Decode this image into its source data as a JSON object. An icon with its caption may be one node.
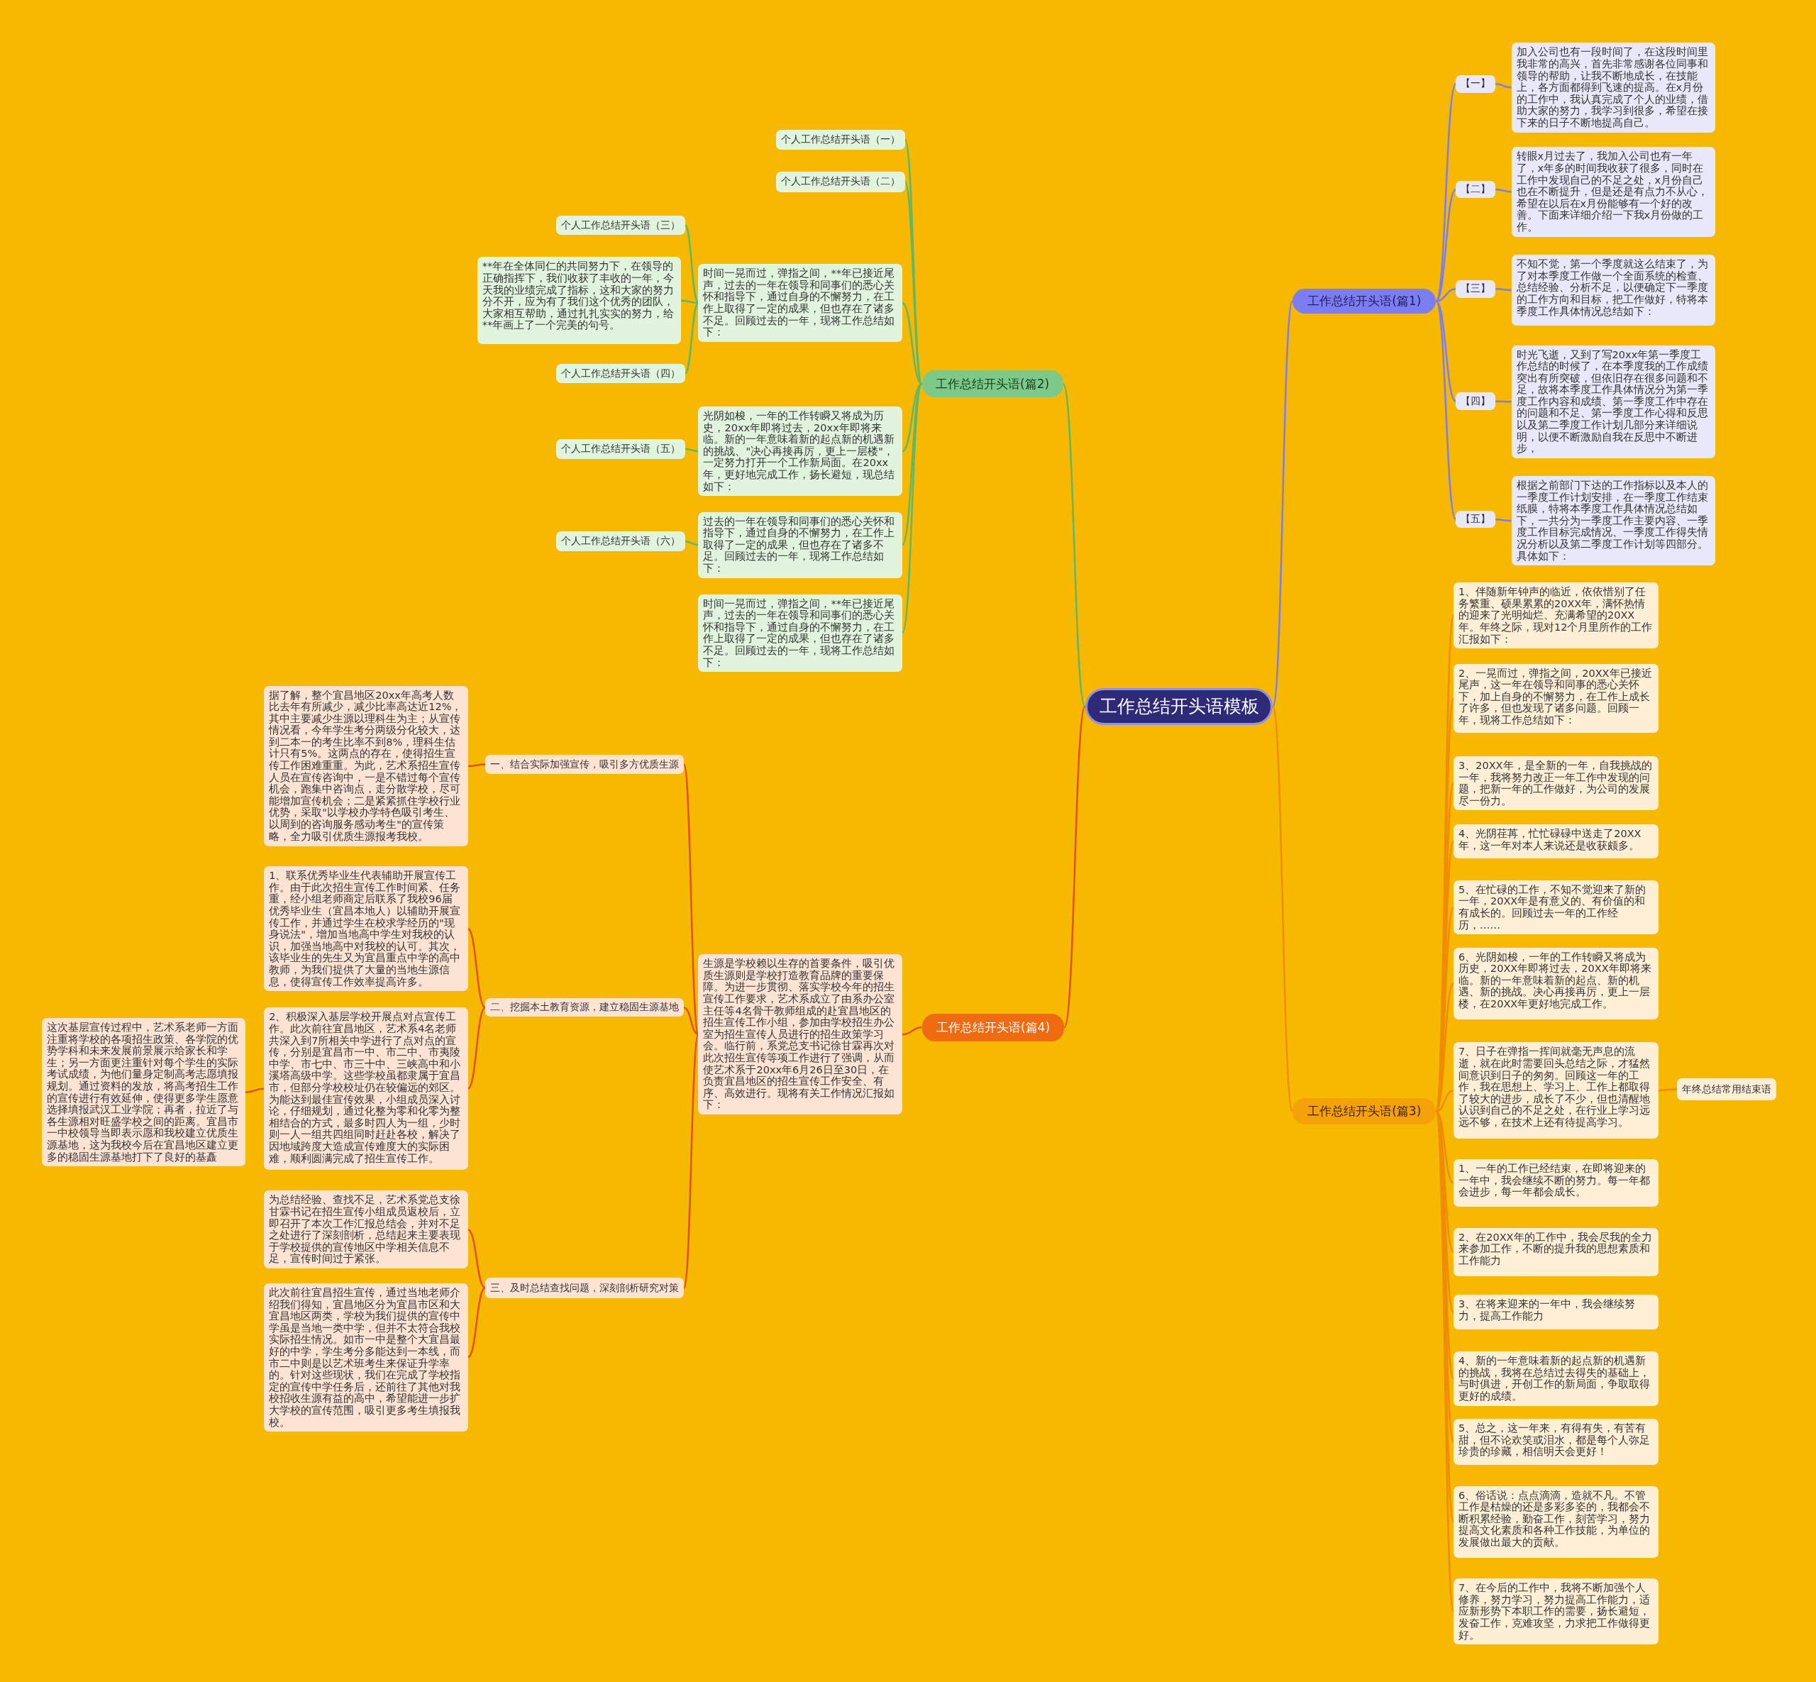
{
  "diagram": {
    "nodes": [
      {
        "text": [
          "工作总结开头语模板"
        ]
      },
      {
        "text": [
          "工作总结开头语(篇1)"
        ]
      },
      {
        "text": [
          "【一】"
        ]
      },
      {
        "text": [
          "加入公司也有一段时间了，在这段时间里我非常的高兴，首先非常感谢各位同事和领导的帮助，让我不断地成长，在技能上，各方面都得到飞速的提高。在x月份的工作中，我认真完成了个人的业绩，借助大家的努力，我学习到很多，希望在接下来的日子不断地提高自己。"
        ]
      },
      {
        "text": [
          "【二】"
        ]
      },
      {
        "text": [
          "转眼x月过去了，我加入公司也有一年了，x年多的时间我收获了很多，同时在工作中发现自己的不足之处，x月份自己也在不断提升，但是还是有点力不从心，希望在以后在x月份能够有一个好的改善。下面来详细介绍一下我x月份做的工作。"
        ]
      },
      {
        "text": [
          "【三】"
        ]
      },
      {
        "text": [
          "不知不觉，第一个季度就这么结束了，为了对本季度工作做一个全面系统的检查、总结经验、分析不足，以便确定下一季度的工作方向和目标，把工作做好，特将本季度工作具体情况总结如下："
        ]
      },
      {
        "text": [
          "【四】"
        ]
      },
      {
        "text": [
          "时光飞逝，又到了写20xx年第一季度工作总结的时候了，在本季度我的工作成绩突出有所突破，但依旧存在很多问题和不足，故将本季度工作具体情况分为第一季度工作内容和成绩、第一季度工作中存在的问题和不足、第一季度工作心得和反思以及第二季度工作计划几部分来详细说明，以便不断激励自我在反思中不断进步，"
        ]
      },
      {
        "text": [
          "【五】"
        ]
      },
      {
        "text": [
          "根据之前部门下达的工作指标以及本人的一季度工作计划安排，在一季度工作结束纸膜，特将本季度工作具体情况总结如下，一共分为一季度工作主要内容、一季度工作目标完成情况、一季度工作得失情况分析以及第二季度工作计划等四部分。具体如下："
        ]
      },
      {
        "text": [
          "工作总结开头语(篇2)"
        ]
      },
      {
        "text": [
          "个人工作总结开头语（一）"
        ]
      },
      {
        "text": [
          "个人工作总结开头语（二）"
        ]
      },
      {
        "text": [
          "时间一晃而过，弹指之间，**年已接近尾声，过去的一年在领导和同事们的悉心关怀和指导下，通过自身的不懈努力，在工作上取得了一定的成果，但也存在了诸多不足。回顾过去的一年，现将工作总结如下："
        ]
      },
      {
        "text": [
          "个人工作总结开头语（三）"
        ]
      },
      {
        "text": [
          "**年在全体同仁的共同努力下，在领导的正确指挥下，我们收获了丰收的一年，今天我的业绩完成了指标，这和大家的努力分不开，应为有了我们这个优秀的团队，大家相互帮助，通过扎扎实实的努力，给**年画上了一个完美的句号。"
        ]
      },
      {
        "text": [
          "个人工作总结开头语（四）"
        ]
      },
      {
        "text": [
          "光阴如梭，一年的工作转瞬又将成为历史，20xx年即将过去，20xx年即将来临。新的一年意味着新的起点新的机遇新的挑战、\"决心再接再厉，更上一层楼\"，一定努力打开一个工作新局面。在20xx年，更好地完成工作，扬长避短，现总结如下："
        ]
      },
      {
        "text": [
          "个人工作总结开头语（五）"
        ]
      },
      {
        "text": [
          "过去的一年在领导和同事们的悉心关怀和指导下，通过自身的不懈努力，在工作上取得了一定的成果，但也存在了诸多不足。回顾过去的一年，现将工作总结如下："
        ]
      },
      {
        "text": [
          "个人工作总结开头语（六）"
        ]
      },
      {
        "text": [
          "时间一晃而过，弹指之间，**年已接近尾声，过去的一年在领导和同事们的悉心关怀和指导下，通过自身的不懈努力，在工作上取得了一定的成果，但也存在了诸多不足。回顾过去的一年，现将工作总结如下："
        ]
      },
      {
        "text": [
          "工作总结开头语(篇3)"
        ]
      },
      {
        "text": [
          "1、伴随新年钟声的临近，依依惜别了任务繁重、硕果累累的20XX年，满怀热情的迎来了光明灿烂、充满希望的20XX年。年终之际，现对12个月里所作的工作汇报如下："
        ]
      },
      {
        "text": [
          "2、一晃而过，弹指之间，20XX年已接近尾声，这一年在领导和同事的悉心关怀下，加上自身的不懈努力，在工作上成长了许多，但也发现了诸多问题。回顾一年，现将工作总结如下："
        ]
      },
      {
        "text": [
          "3、20XX年，是全新的一年，自我挑战的一年，我将努力改正一年工作中发现的问题，把新一年的工作做好，为公司的发展尽一份力。"
        ]
      },
      {
        "text": [
          "4、光阴荏苒，忙忙碌碌中送走了20XX年，这一年对本人来说还是收获颇多。"
        ]
      },
      {
        "text": [
          "5、在忙碌的工作，不知不觉迎来了新的一年，20XX年是有意义的、有价值的和有成长的。回顾过去一年的工作经历，……"
        ]
      },
      {
        "text": [
          "6、光阴如梭，一年的工作转瞬又将成为历史，20XX年即将过去，20XX年即将来临。新的一年意味着新的起点、新的机遇、新的挑战。决心再接再厉，更上一层楼，在20XX年更好地完成工作。"
        ]
      },
      {
        "text": [
          "7、日子在弹指一挥间就毫无声息的流逝，就在此时需要回头总结之际，才猛然间意识到日子的匆匆。回顾这一年的工作，我在思想上、学习上、工作上都取得了较大的进步，成长了不少，但也清醒地认识到自己的不足之处，在行业上学习远远不够，在技术上还有待提高学习。"
        ]
      },
      {
        "text": [
          "年终总结常用结束语"
        ]
      },
      {
        "text": [
          "1、一年的工作已经结束，在即将迎来的一年中，我会继续不断的努力。每一年都会进步，每一年都会成长。"
        ]
      },
      {
        "text": [
          "2、在20XX年的工作中，我会尽我的全力来参加工作，不断的提升我的思想素质和工作能力"
        ]
      },
      {
        "text": [
          "3、在将来迎来的一年中，我会继续努力，提高工作能力"
        ]
      },
      {
        "text": [
          "4、新的一年意味着新的起点新的机遇新的挑战，我将在总结过去得失的基础上，与时俱进，开创工作的新局面，争取取得更好的成绩。"
        ]
      },
      {
        "text": [
          "5、总之，这一年来，有得有失，有苦有甜，但不论欢笑或泪水，都是每个人弥足珍贵的珍藏，相信明天会更好！"
        ]
      },
      {
        "text": [
          "6、俗话说：点点滴滴，造就不凡。不管工作是枯燥的还是多彩多姿的，我都会不断积累经验，勤奋工作，刻苦学习，努力提高文化素质和各种工作技能，为单位的发展做出最大的贡献。"
        ]
      },
      {
        "text": [
          "7、在今后的工作中，我将不断加强个人修养，努力学习，努力提高工作能力，适应新形势下本职工作的需要，扬长避短，发奋工作，克难攻坚，力求把工作做得更好。"
        ]
      },
      {
        "text": [
          "工作总结开头语(篇4)"
        ]
      },
      {
        "text": [
          "生源是学校赖以生存的首要条件，吸引优质生源则是学校打造教育品牌的重要保障。为进一步贯彻、落实学校今年的招生宣传工作要求，艺术系成立了由系办公室主任等4名骨干教师组成的赴宜昌地区的招生宣传工作小组，参加由学校招生办公室为招生宣传人员进行的招生政策学习会。临行前，系党总支书记徐甘霖再次对此次招生宣传等项工作进行了强调，从而使艺术系于20xx年6月26日至30日，在负责宜昌地区的招生宣传工作安全、有序、高效进行。现将有关工作情况汇报如下："
        ]
      },
      {
        "text": [
          "一、结合实际加强宣传，吸引多方优质生源"
        ]
      },
      {
        "text": [
          "据了解，整个宜昌地区20xx年高考人数比去年有所减少，减少比率高达近12%，其中主要减少生源以理科生为主；从宣传情况看，今年学生考分两级分化较大，达到二本一的考生比率不到8%，理科生估计只有5%。这两点的存在，使得招生宣传工作困难重重。为此，艺术系招生宣传人员在宣传咨询中，一是不错过每个宣传机会，跑集中咨询点，走分散学校，尽可能增加宣传机会；二是紧紧抓住学校行业优势，采取\"以学校办学特色吸引考生、以周到的咨询服务感动考生\"的宣传策略，全力吸引优质生源报考我校。"
        ]
      },
      {
        "text": [
          "二、挖掘本土教育资源，建立稳固生源基地"
        ]
      },
      {
        "text": [
          "1、联系优秀毕业生代表辅助开展宣传工作。由于此次招生宣传工作时间紧、任务重，经小组老师商定后联系了我校96届优秀毕业生（宜昌本地人）以辅助开展宣传工作，并通过学生在校求学经历的\"现身说法\"，增加当地高中学生对我校的认识，加强当地高中对我校的认可。其次，该毕业生的先生又为宜昌重点中学的高中教师，为我们提供了大量的当地生源信息，使得宣传工作效率提高许多。"
        ]
      },
      {
        "text": [
          "2、积极深入基层学校开展点对点宣传工作。此次前往宜昌地区，艺术系4名老师共深入到7所相关中学进行了点对点的宣传，分别是宜昌市一中、市二中、市夷陵中学、市七中、市三十中、三峡高中和小溪塔高级中学。这些学校虽都隶属于宜昌市，但部分学校校址仍在较偏远的郊区。为能达到最佳宣传效果，小组成员深入讨论，仔细规划，通过化整为零和化零为整相结合的方式，最多时四人为一组，少时则一人一组共四组同时赶赴各校，解决了因地域跨度大造成宣传难度大的实际困难，顺利圆满完成了招生宣传工作。"
        ]
      },
      {
        "text": [
          "这次基层宣传过程中，艺术系老师一方面注重将学校的各项招生政策、各学院的优势学科和未来发展前景展示给家长和学生；另一方面更注重针对每个学生的实际考试成绩，为他们量身定制高考志愿填报规划。通过资料的发放，将高考招生工作的宣传进行有效延伸，使得更多学生愿意选择填报武汉工业学院；再者，拉近了与各生源相对旺盛学校之间的距离。宜昌市一中校领导当即表示愿和我校建立优质生源基地，这为我校今后在宜昌地区建立更多的稳固生源基地打下了良好的基矗"
        ]
      },
      {
        "text": [
          "三、及时总结查找问题，深刻剖析研究对策"
        ]
      },
      {
        "text": [
          "为总结经验、查找不足，艺术系党总支徐甘霖书记在招生宣传小组成员返校后，立即召开了本次工作汇报总结会，并对不足之处进行了深刻剖析，总结起来主要表现于学校提供的宣传地区中学相关信息不足，宣传时间过于紧张。"
        ]
      },
      {
        "text": [
          "此次前往宜昌招生宣传，通过当地老师介绍我们得知，宜昌地区分为宜昌市区和大宜昌地区两类，学校为我们提供的宣传中学虽是当地一类中学，但并不太符合我校实际招生情况。如市一中是整个大宜昌最好的中学，学生考分多能达到一本线，而市二中则是以艺术班考生来保证升学率的。针对这些现状，我们在完成了学校指定的宣传中学任务后，还前往了其他对我校招收生源有益的高中，希望能进一步扩大学校的宣传范围，吸引更多考生填报我校。"
        ]
      }
    ],
    "edges": [
      {
        "from": 0,
        "to": 1,
        "arrow": "none",
        "color": "#7b7ef0"
      },
      {
        "from": 1,
        "to": 2,
        "arrow": "none",
        "color": "#7b7ef0"
      },
      {
        "from": 2,
        "to": 3,
        "arrow": "none",
        "color": "#7b7ef0"
      },
      {
        "from": 1,
        "to": 4,
        "arrow": "none",
        "color": "#7b7ef0"
      },
      {
        "from": 4,
        "to": 5,
        "arrow": "none",
        "color": "#7b7ef0"
      },
      {
        "from": 1,
        "to": 6,
        "arrow": "none",
        "color": "#7b7ef0"
      },
      {
        "from": 6,
        "to": 7,
        "arrow": "none",
        "color": "#7b7ef0"
      },
      {
        "from": 1,
        "to": 8,
        "arrow": "none",
        "color": "#7b7ef0"
      },
      {
        "from": 8,
        "to": 9,
        "arrow": "none",
        "color": "#7b7ef0"
      },
      {
        "from": 1,
        "to": 10,
        "arrow": "none",
        "color": "#7b7ef0"
      },
      {
        "from": 10,
        "to": 11,
        "arrow": "none",
        "color": "#7b7ef0"
      },
      {
        "from": 0,
        "to": 12,
        "arrow": "none",
        "color": "#5fb86a"
      },
      {
        "from": 12,
        "to": 13,
        "arrow": "none",
        "color": "#5fb86a"
      },
      {
        "from": 12,
        "to": 14,
        "arrow": "none",
        "color": "#5fb86a"
      },
      {
        "from": 12,
        "to": 15,
        "arrow": "none",
        "color": "#5fb86a"
      },
      {
        "from": 15,
        "to": 16,
        "arrow": "none",
        "color": "#5fb86a"
      },
      {
        "from": 15,
        "to": 17,
        "arrow": "none",
        "color": "#5fb86a"
      },
      {
        "from": 15,
        "to": 18,
        "arrow": "none",
        "color": "#5fb86a"
      },
      {
        "from": 12,
        "to": 19,
        "arrow": "none",
        "color": "#5fb86a"
      },
      {
        "from": 19,
        "to": 20,
        "arrow": "none",
        "color": "#5fb86a"
      },
      {
        "from": 12,
        "to": 21,
        "arrow": "none",
        "color": "#5fb86a"
      },
      {
        "from": 21,
        "to": 22,
        "arrow": "none",
        "color": "#5fb86a"
      },
      {
        "from": 12,
        "to": 23,
        "arrow": "none",
        "color": "#5fb86a"
      },
      {
        "from": 0,
        "to": 24,
        "arrow": "none"
      },
      {
        "from": 24,
        "to": 25,
        "arrow": "none"
      },
      {
        "from": 24,
        "to": 26,
        "arrow": "none"
      },
      {
        "from": 24,
        "to": 27,
        "arrow": "none"
      },
      {
        "from": 24,
        "to": 28,
        "arrow": "none"
      },
      {
        "from": 24,
        "to": 29,
        "arrow": "none"
      },
      {
        "from": 24,
        "to": 30,
        "arrow": "none"
      },
      {
        "from": 24,
        "to": 31,
        "arrow": "none"
      },
      {
        "from": 31,
        "to": 32,
        "arrow": "none"
      },
      {
        "from": 24,
        "to": 33,
        "arrow": "none"
      },
      {
        "from": 24,
        "to": 34,
        "arrow": "none"
      },
      {
        "from": 24,
        "to": 35,
        "arrow": "none"
      },
      {
        "from": 24,
        "to": 36,
        "arrow": "none"
      },
      {
        "from": 24,
        "to": 37,
        "arrow": "none"
      },
      {
        "from": 24,
        "to": 38,
        "arrow": "none"
      },
      {
        "from": 24,
        "to": 39,
        "arrow": "none"
      },
      {
        "from": 0,
        "to": 40,
        "arrow": "none",
        "color": "#e2520e"
      },
      {
        "from": 40,
        "to": 41,
        "arrow": "none",
        "color": "#e2520e"
      },
      {
        "from": 41,
        "to": 42,
        "arrow": "none",
        "color": "#e2520e"
      },
      {
        "from": 42,
        "to": 43,
        "arrow": "none",
        "color": "#e2520e"
      },
      {
        "from": 41,
        "to": 44,
        "arrow": "none",
        "color": "#e2520e"
      },
      {
        "from": 44,
        "to": 45,
        "arrow": "none",
        "color": "#e2520e"
      },
      {
        "from": 44,
        "to": 46,
        "arrow": "none",
        "color": "#e2520e"
      },
      {
        "from": 46,
        "to": 47,
        "arrow": "none",
        "color": "#e2520e"
      },
      {
        "from": 41,
        "to": 48,
        "arrow": "none",
        "color": "#e2520e"
      },
      {
        "from": 48,
        "to": 49,
        "arrow": "none",
        "color": "#e2520e"
      },
      {
        "from": 48,
        "to": 50,
        "arrow": "none",
        "color": "#e2520e"
      }
    ]
  }
}
